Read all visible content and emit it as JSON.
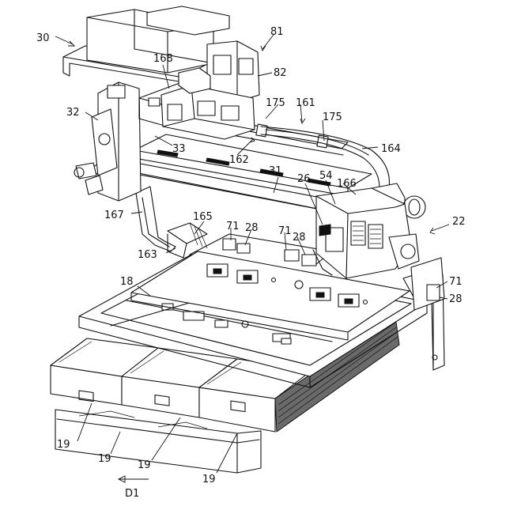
{
  "labels": {
    "l30": "30",
    "l81": "81",
    "l82": "82",
    "l168": "168",
    "l175a": "175",
    "l161": "161",
    "l175b": "175",
    "l32": "32",
    "l33": "33",
    "l162": "162",
    "l164": "164",
    "l31": "31",
    "l26": "26",
    "l54": "54",
    "l166": "166",
    "l22": "22",
    "l167": "167",
    "l165": "165",
    "l71a": "71",
    "l28a": "28",
    "l71b": "71",
    "l28b": "28",
    "l163": "163",
    "l18": "18",
    "l71c": "71",
    "l28c": "28",
    "l19a": "19",
    "l19b": "19",
    "l19c": "19",
    "l19d": "19",
    "lD1": "D1"
  }
}
